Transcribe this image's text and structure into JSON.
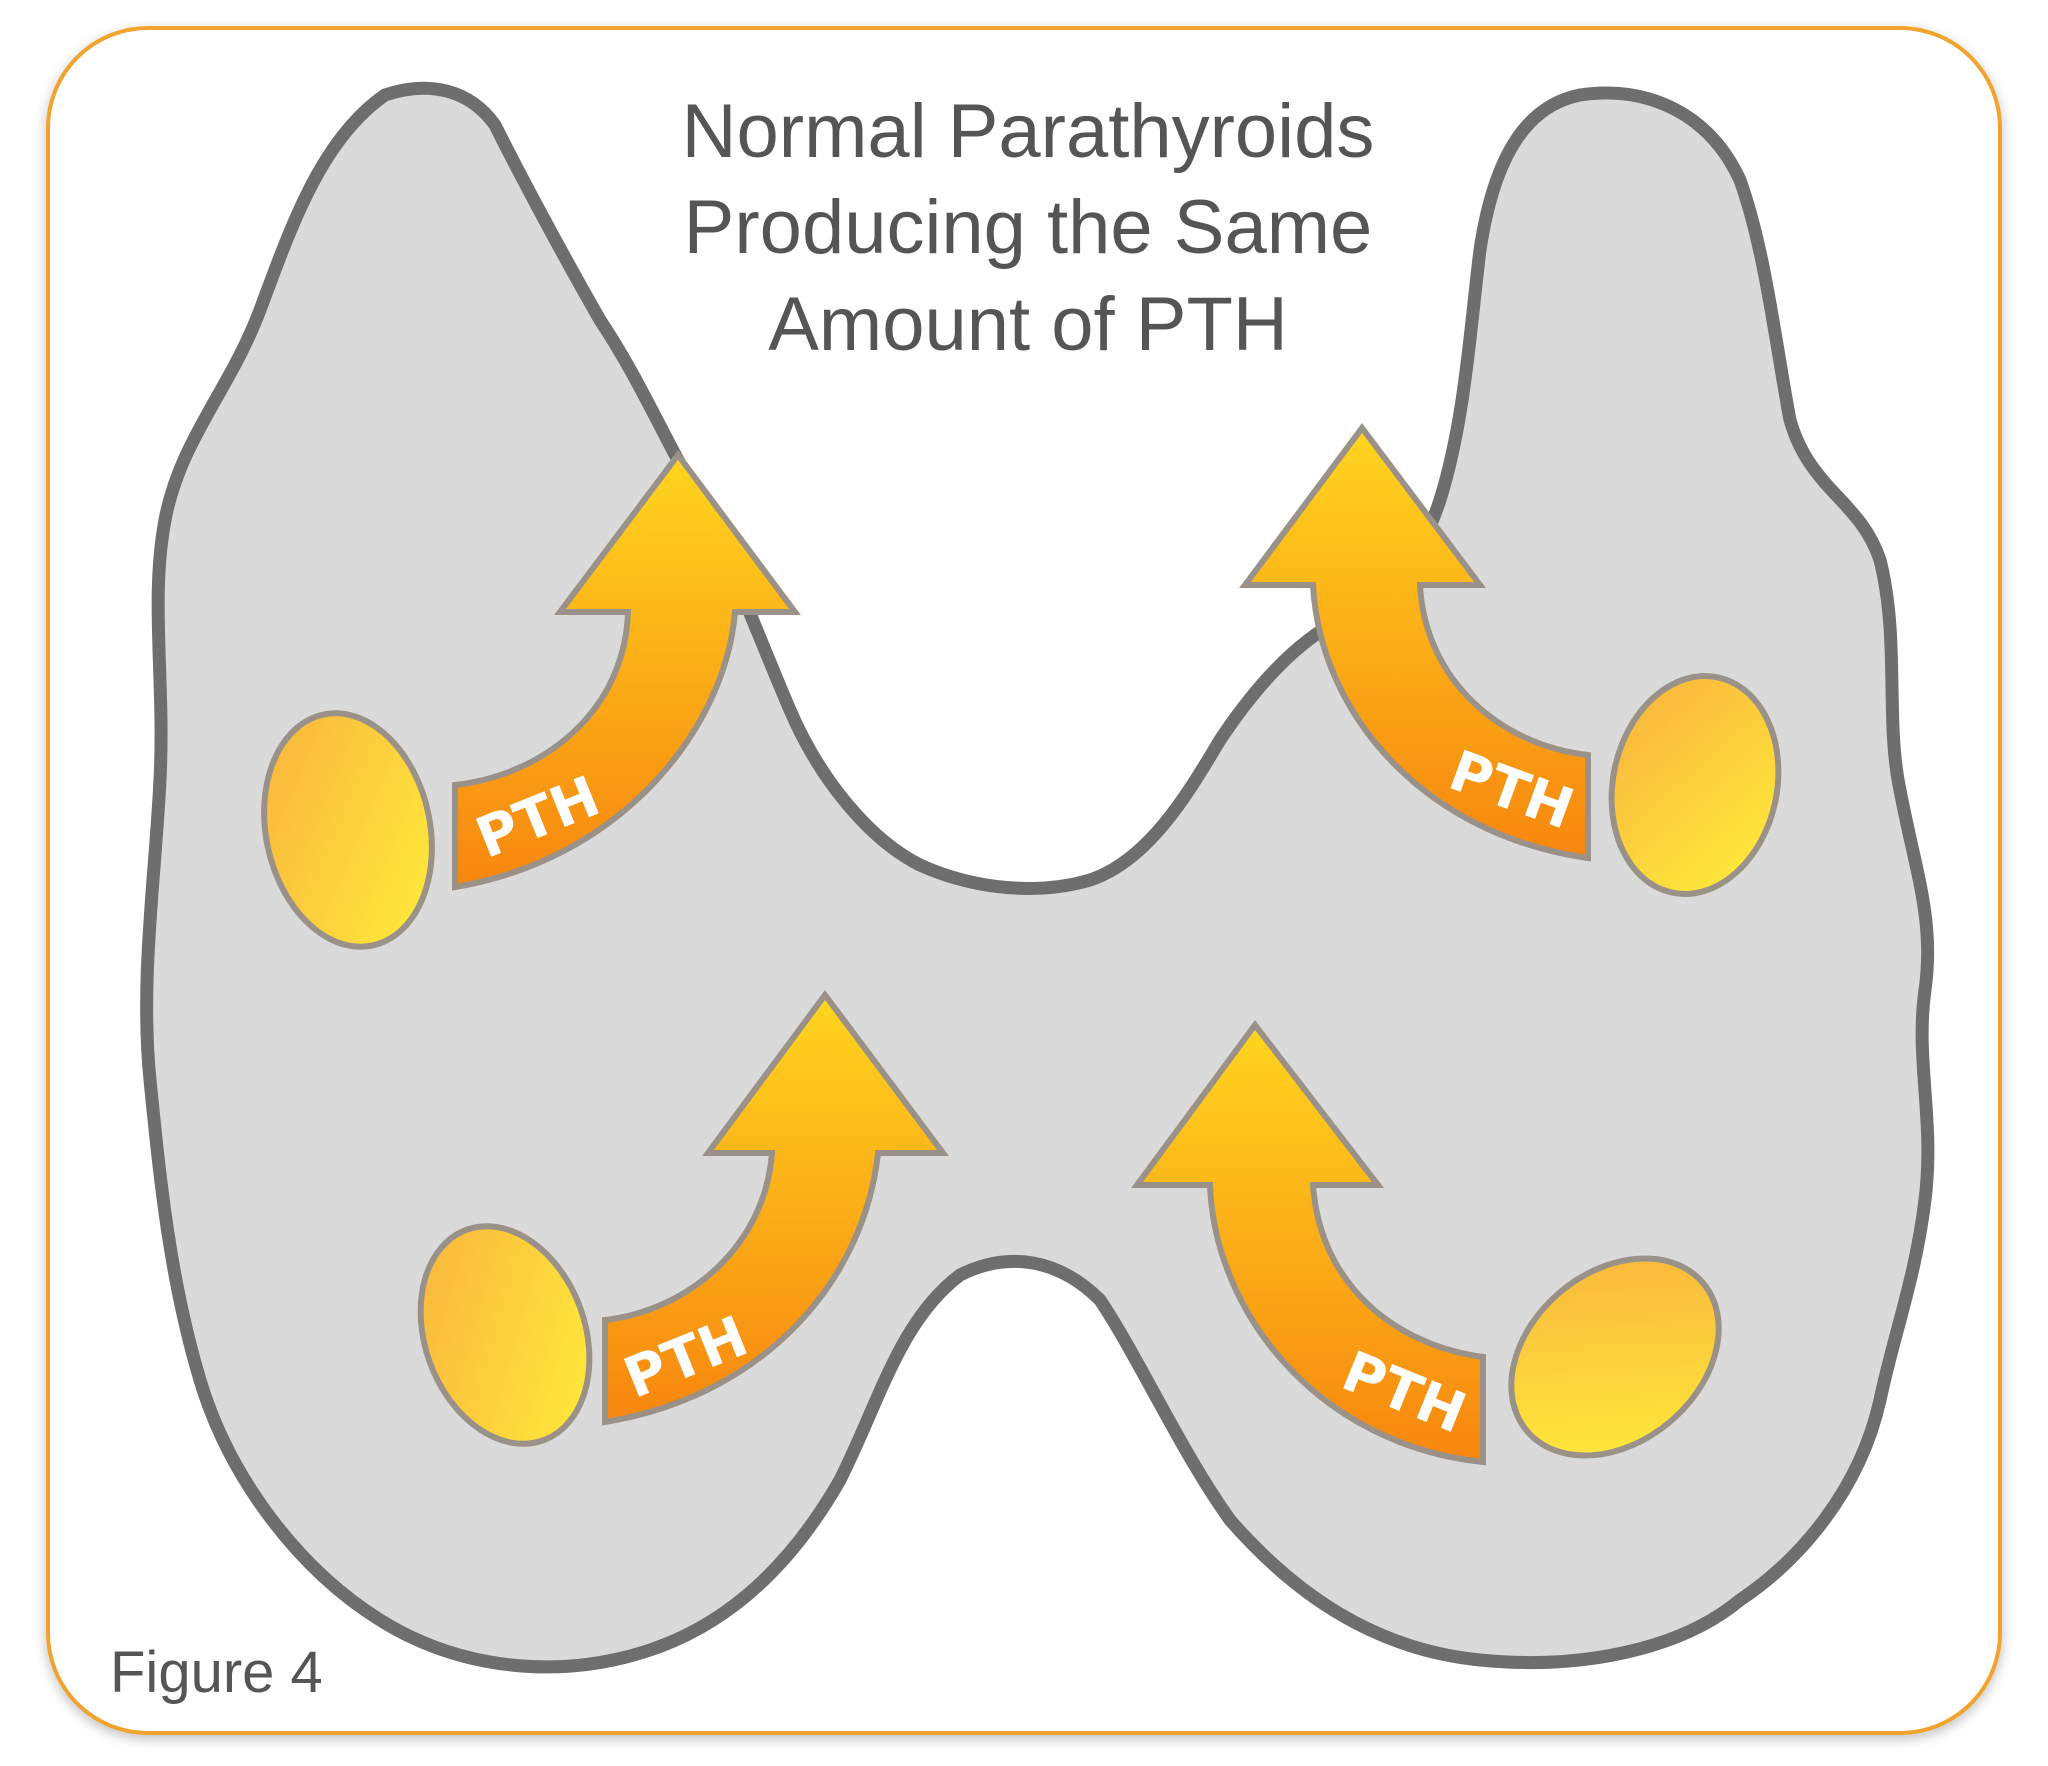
{
  "title": {
    "line1": "Normal Parathyroids",
    "line2": "Producing the Same",
    "line3": "Amount of PTH"
  },
  "figure_label": "Figure 4",
  "glands": [
    {
      "label": "PTH"
    },
    {
      "label": "PTH"
    },
    {
      "label": "PTH"
    },
    {
      "label": "PTH"
    }
  ],
  "colors": {
    "frame": "#F0A32F",
    "thyroid_fill": "#DADADA",
    "thyroid_outline": "#6E6E6E",
    "gland_light": "#FFEF3A",
    "gland_dark": "#F9B13E",
    "arrow_dark": "#F7860F",
    "arrow_light": "#FFD51F",
    "arrow_outline": "#9A9288",
    "text": "#555555"
  }
}
